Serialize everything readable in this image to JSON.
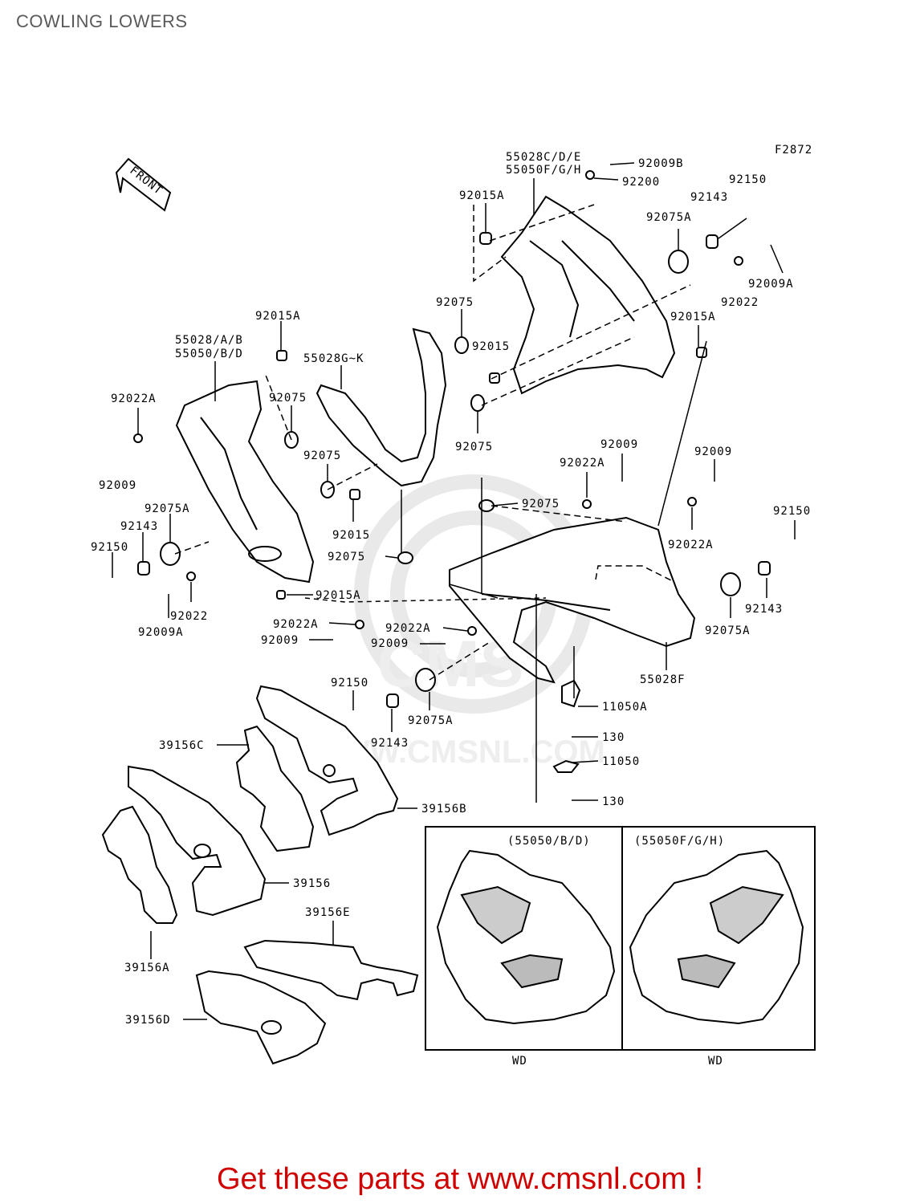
{
  "title": "COWLING LOWERS",
  "diagram_code": "F2872",
  "front_label": "FRONT",
  "watermark": {
    "brand": "CMS",
    "url": "WWW.CMSNL.COM"
  },
  "call_to_action": "Get these parts at www.cmsnl.com !",
  "inset_left": {
    "title": "(55050/B/D)",
    "caption": "WD"
  },
  "inset_right": {
    "title": "(55050F/G/H)",
    "caption": "WD"
  },
  "callouts": [
    {
      "id": "c1",
      "text": "55028C/D/E"
    },
    {
      "id": "c2",
      "text": "55050F/G/H"
    },
    {
      "id": "c3",
      "text": "92009B"
    },
    {
      "id": "c4",
      "text": "92200"
    },
    {
      "id": "c5",
      "text": "92015A"
    },
    {
      "id": "c6",
      "text": "92150"
    },
    {
      "id": "c7",
      "text": "92143"
    },
    {
      "id": "c8",
      "text": "92075A"
    },
    {
      "id": "c9",
      "text": "92009A"
    },
    {
      "id": "c10",
      "text": "92022"
    },
    {
      "id": "c11",
      "text": "92015A"
    },
    {
      "id": "c12",
      "text": "92075"
    },
    {
      "id": "c13",
      "text": "92015"
    },
    {
      "id": "c14",
      "text": "92015A"
    },
    {
      "id": "c15",
      "text": "55028/A/B"
    },
    {
      "id": "c16",
      "text": "55050/B/D"
    },
    {
      "id": "c17",
      "text": "55028G~K"
    },
    {
      "id": "c18",
      "text": "92022A"
    },
    {
      "id": "c19",
      "text": "92075"
    },
    {
      "id": "c20",
      "text": "92009"
    },
    {
      "id": "c21",
      "text": "92075"
    },
    {
      "id": "c22",
      "text": "92075A"
    },
    {
      "id": "c23",
      "text": "92143"
    },
    {
      "id": "c24",
      "text": "92150"
    },
    {
      "id": "c25",
      "text": "92015"
    },
    {
      "id": "c26",
      "text": "92075"
    },
    {
      "id": "c27",
      "text": "92009A"
    },
    {
      "id": "c28",
      "text": "92022"
    },
    {
      "id": "c29",
      "text": "92015A"
    },
    {
      "id": "c30",
      "text": "92075"
    },
    {
      "id": "c31",
      "text": "92009"
    },
    {
      "id": "c32",
      "text": "92022A"
    },
    {
      "id": "c33",
      "text": "92075"
    },
    {
      "id": "c34",
      "text": "92009"
    },
    {
      "id": "c35",
      "text": "92022A"
    },
    {
      "id": "c36",
      "text": "92150"
    },
    {
      "id": "c37",
      "text": "92143"
    },
    {
      "id": "c38",
      "text": "92075A"
    },
    {
      "id": "c39",
      "text": "92022A"
    },
    {
      "id": "c40",
      "text": "92009"
    },
    {
      "id": "c41",
      "text": "92022A"
    },
    {
      "id": "c42",
      "text": "92009"
    },
    {
      "id": "c43",
      "text": "55028F"
    },
    {
      "id": "c44",
      "text": "92150"
    },
    {
      "id": "c45",
      "text": "92143"
    },
    {
      "id": "c46",
      "text": "92075A"
    },
    {
      "id": "c47",
      "text": "11050A"
    },
    {
      "id": "c48",
      "text": "130"
    },
    {
      "id": "c49",
      "text": "11050"
    },
    {
      "id": "c50",
      "text": "130"
    },
    {
      "id": "c51",
      "text": "39156C"
    },
    {
      "id": "c52",
      "text": "39156B"
    },
    {
      "id": "c53",
      "text": "39156"
    },
    {
      "id": "c54",
      "text": "39156E"
    },
    {
      "id": "c55",
      "text": "39156A"
    },
    {
      "id": "c56",
      "text": "39156D"
    }
  ]
}
